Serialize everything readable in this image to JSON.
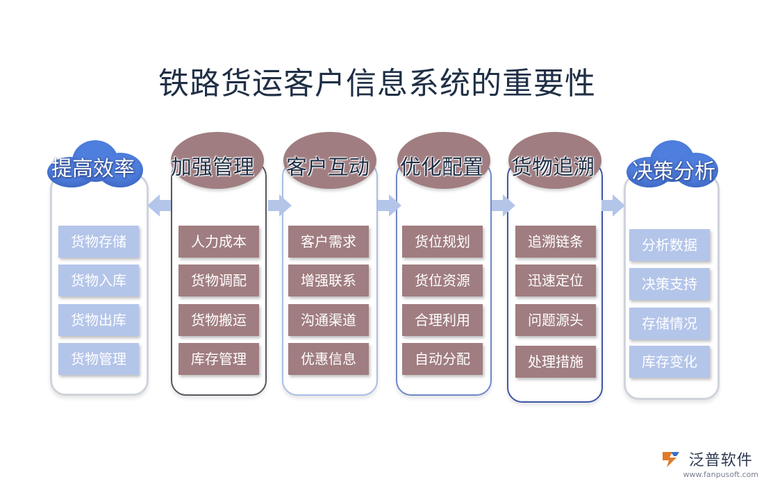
{
  "title": "铁路货运客户信息系统的重要性",
  "columns": [
    {
      "heading": "提高效率",
      "items": [
        "货物存储",
        "货物入库",
        "货物出库",
        "货物管理"
      ]
    },
    {
      "heading": "加强管理",
      "items": [
        "人力成本",
        "货物调配",
        "货物搬运",
        "库存管理"
      ]
    },
    {
      "heading": "客户互动",
      "items": [
        "客户需求",
        "增强联系",
        "沟通渠道",
        "优惠信息"
      ]
    },
    {
      "heading": "优化配置",
      "items": [
        "货位规划",
        "货位资源",
        "合理利用",
        "自动分配"
      ]
    },
    {
      "heading": "货物追溯",
      "items": [
        "追溯链条",
        "迅速定位",
        "问题源头",
        "处理措施"
      ]
    },
    {
      "heading": "决策分析",
      "items": [
        "分析数据",
        "决策支持",
        "存储情况",
        "库存变化"
      ]
    }
  ],
  "watermark": {
    "name": "泛普软件",
    "url": "www.fanpusoft.com"
  },
  "colors": {
    "cloud": "#4f7fde",
    "oval": "#a07d80",
    "item_blue": "#b4c5ea",
    "item_brown": "#a07d80",
    "arrow": "#b4c5ea"
  }
}
